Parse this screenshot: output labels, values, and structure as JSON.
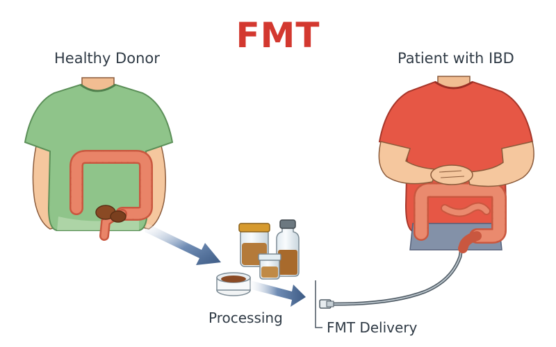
{
  "title": "FMT",
  "donor": {
    "label": "Healthy Donor"
  },
  "patient": {
    "label": "Patient with IBD"
  },
  "processing": {
    "label": "Processing"
  },
  "delivery": {
    "label": "FMT Delivery"
  },
  "colors": {
    "title": "#d3382f",
    "donor_shirt": "#8fc48a",
    "patient_shirt": "#e65745",
    "skin": "#f5c79e",
    "colon": "#e57c64",
    "arrow": "#4a6a94",
    "stool": "#8a4a24"
  }
}
